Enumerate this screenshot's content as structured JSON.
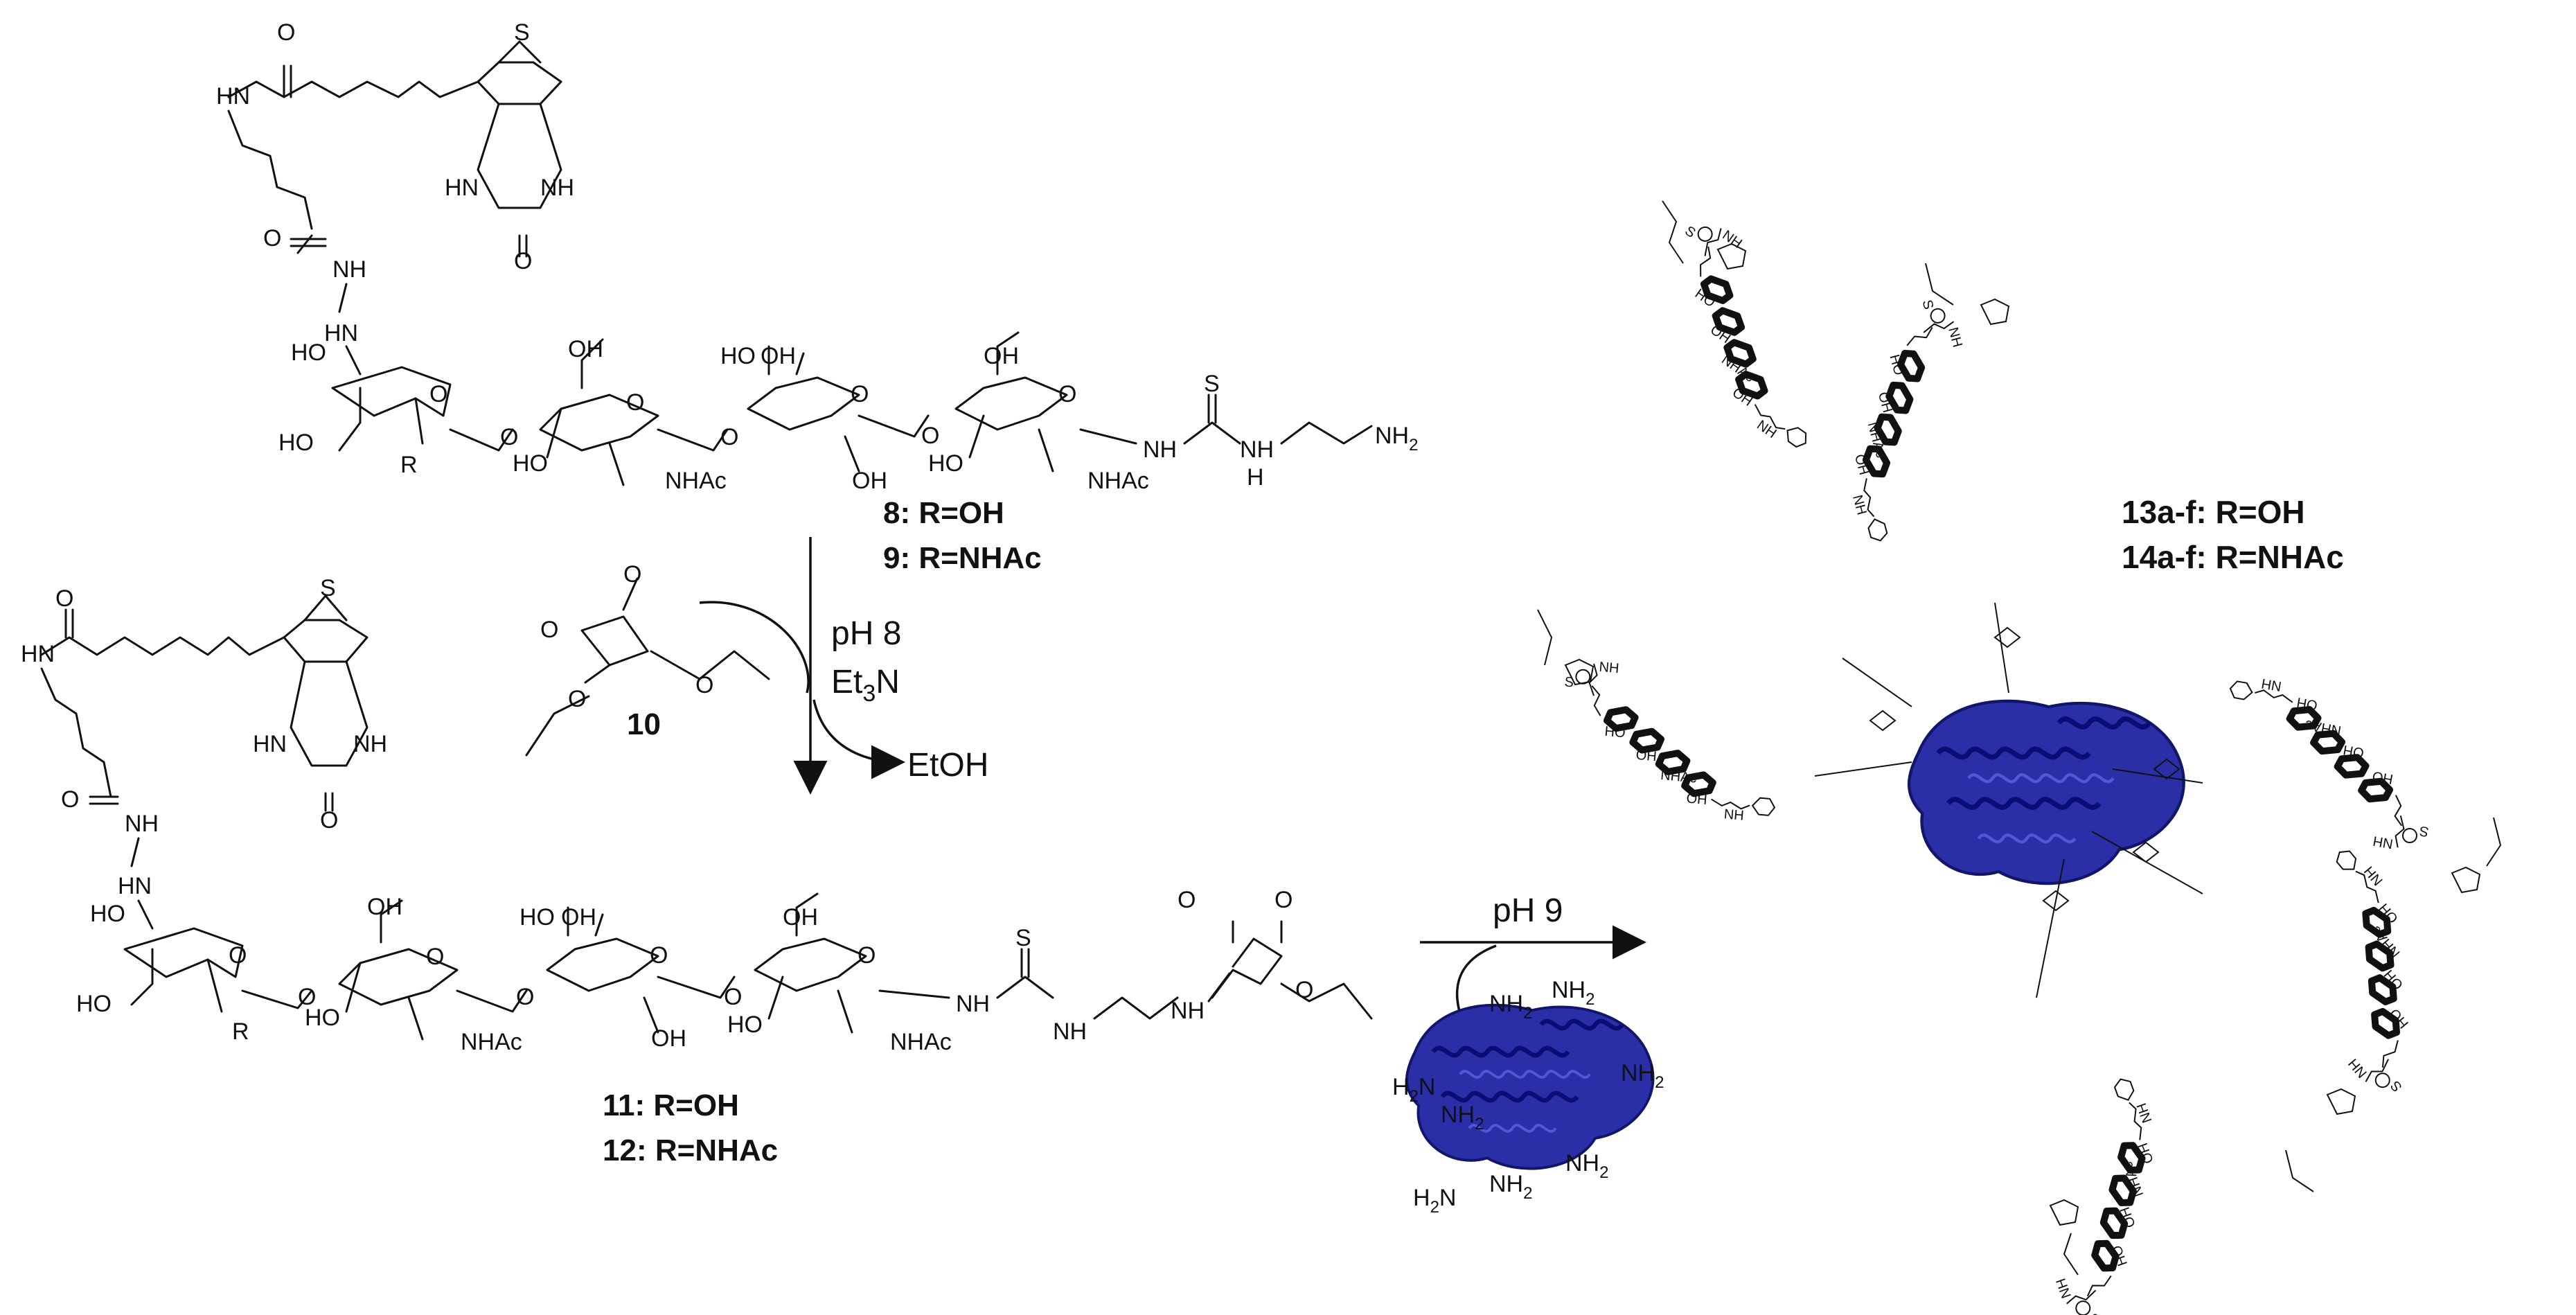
{
  "compound_8_label": "8: R=OH",
  "compound_9_label": "9: R=NHAc",
  "compound_10_label": "10",
  "compound_11_label": "11: R=OH",
  "compound_12_label": "12: R=NHAc",
  "compound_13_label": "13a-f: R=OH",
  "compound_14_label": "14a-f: R=NHAc",
  "step1": {
    "ph": "pH 8",
    "base": "Et",
    "base_sub": "3",
    "base_tail": "N",
    "byproduct": "EtOH"
  },
  "step2": {
    "ph": "pH 9"
  },
  "atoms": {
    "hn": "HN",
    "nh": "NH",
    "s": "S",
    "o": "O",
    "oh": "OH",
    "ho": "HO",
    "nhac": "NHAc",
    "r": "R",
    "nh2": "NH",
    "nh2_sub": "2",
    "h2n": "H",
    "h2n_sub": "2",
    "h2n_tail": "N",
    "h": "H"
  },
  "colors": {
    "protein": "#2a2fa8",
    "ink": "#111111"
  }
}
